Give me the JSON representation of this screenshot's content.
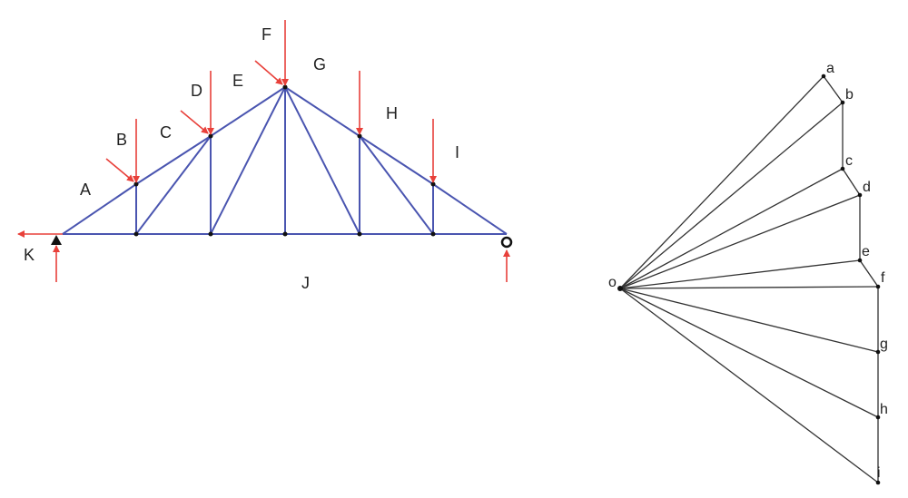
{
  "truss": {
    "space_labels": [
      "A",
      "B",
      "C",
      "D",
      "E",
      "F",
      "G",
      "H",
      "I",
      "J",
      "K"
    ],
    "colors": {
      "member": "#4a55b0",
      "load": "#e8403a",
      "joint": "#111111"
    }
  },
  "force_polygon": {
    "pole_label": "o",
    "point_labels": [
      "a",
      "b",
      "c",
      "d",
      "e",
      "f",
      "g",
      "h",
      "i"
    ],
    "color": "#333333"
  }
}
